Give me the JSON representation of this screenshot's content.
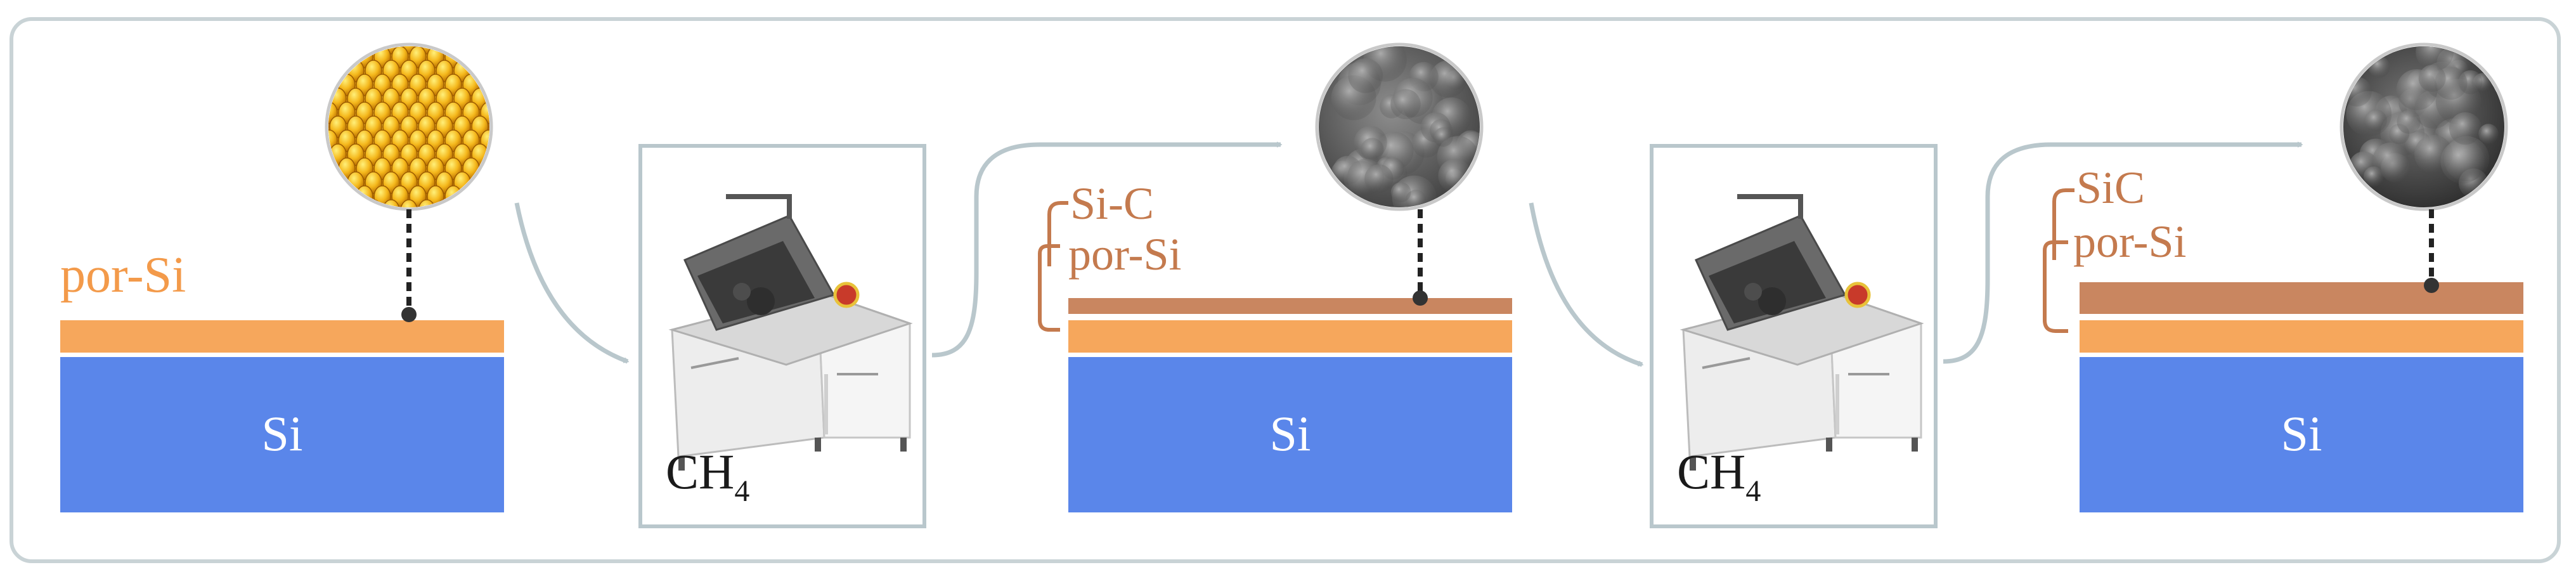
{
  "colors": {
    "frame": "#c9d3d6",
    "arrow": "#b9c7cc",
    "substrate": "#5a86ea",
    "por_si_layer": "#f6a75c",
    "carbon_layer": "#c98660",
    "label_orange": "#f39a4a",
    "label_brown": "#c47a4e",
    "text_white": "#ffffff",
    "text_dark": "#1a1a1a"
  },
  "stage1": {
    "layer_label": "por-Si",
    "substrate_label": "Si"
  },
  "reactor1": {
    "gas": "CH",
    "gas_sub": "4"
  },
  "stage2": {
    "top_label": "Si-C",
    "mid_label": "por-Si",
    "substrate_label": "Si"
  },
  "reactor2": {
    "gas": "CH",
    "gas_sub": "4"
  },
  "stage3": {
    "top_label": "SiC",
    "mid_label": "por-Si",
    "substrate_label": "Si"
  },
  "icons": {
    "porous": "porous-silicon-micrograph-icon",
    "sem1": "sem-micrograph-icon",
    "sem2": "sem-micrograph-icon",
    "reactor": "cvd-reactor-icon"
  }
}
